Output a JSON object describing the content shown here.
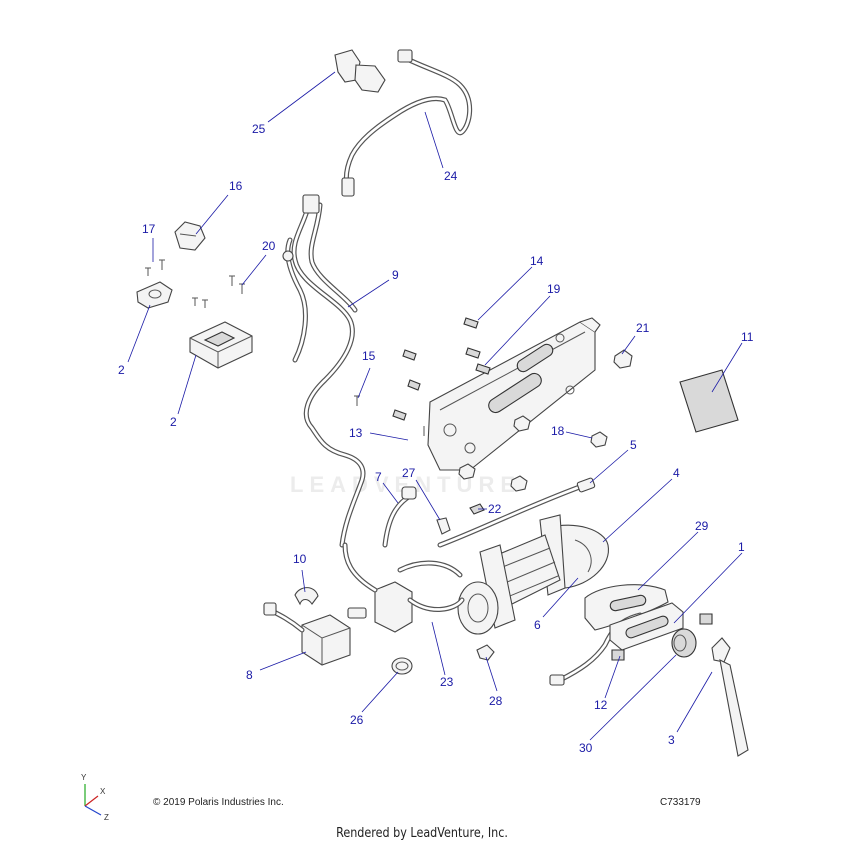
{
  "watermark": {
    "text": "LEADVENTURE"
  },
  "footer": {
    "copyright": "© 2019 Polaris Industries Inc.",
    "drawing_id": "C733179",
    "rendered_by": "Rendered by LeadVenture, Inc."
  },
  "axes": {
    "y": "Y",
    "x": "X",
    "z": "Z"
  },
  "callouts": [
    {
      "label": "1"
    },
    {
      "label": "2"
    },
    {
      "label": "2"
    },
    {
      "label": "3"
    },
    {
      "label": "4"
    },
    {
      "label": "5"
    },
    {
      "label": "6"
    },
    {
      "label": "7"
    },
    {
      "label": "8"
    },
    {
      "label": "9"
    },
    {
      "label": "10"
    },
    {
      "label": "11"
    },
    {
      "label": "12"
    },
    {
      "label": "13"
    },
    {
      "label": "14"
    },
    {
      "label": "15"
    },
    {
      "label": "16"
    },
    {
      "label": "17"
    },
    {
      "label": "18"
    },
    {
      "label": "19"
    },
    {
      "label": "20"
    },
    {
      "label": "21"
    },
    {
      "label": "22"
    },
    {
      "label": "23"
    },
    {
      "label": "24"
    },
    {
      "label": "25"
    },
    {
      "label": "26"
    },
    {
      "label": "27"
    },
    {
      "label": "28"
    },
    {
      "label": "29"
    },
    {
      "label": "30"
    }
  ],
  "colors": {
    "callout": "#1a1aa6",
    "line_art": "#444444"
  }
}
